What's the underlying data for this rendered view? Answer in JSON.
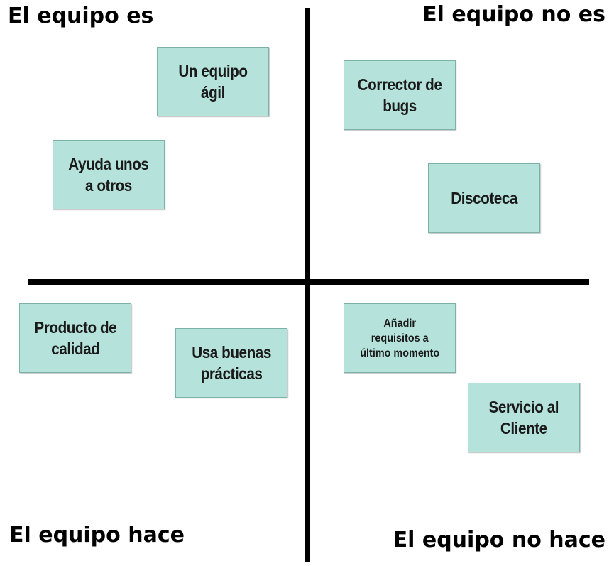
{
  "quadrants": {
    "top_left": "El equipo es",
    "top_right": "El equipo no es",
    "bottom_left": "El equipo hace",
    "bottom_right": "El equipo no hace"
  },
  "cards": [
    {
      "quadrant": "top_left",
      "lines": [
        "Un equipo",
        "ágil"
      ]
    },
    {
      "quadrant": "top_left",
      "lines": [
        "Ayuda unos",
        "a otros"
      ]
    },
    {
      "quadrant": "top_right",
      "lines": [
        "Corrector de",
        "bugs"
      ]
    },
    {
      "quadrant": "top_right",
      "lines": [
        "Discoteca"
      ]
    },
    {
      "quadrant": "bottom_left",
      "lines": [
        "Producto de",
        "calidad"
      ]
    },
    {
      "quadrant": "bottom_left",
      "lines": [
        "Usa buenas",
        "prácticas"
      ]
    },
    {
      "quadrant": "bottom_right",
      "lines": [
        "Añadir",
        "requisitos a",
        "último momento"
      ]
    },
    {
      "quadrant": "bottom_right",
      "lines": [
        "Servicio al",
        "Cliente"
      ]
    }
  ],
  "colors": {
    "card_fill": "#b5e3db",
    "card_border": "#7cb3a9",
    "axis": "#000000"
  }
}
